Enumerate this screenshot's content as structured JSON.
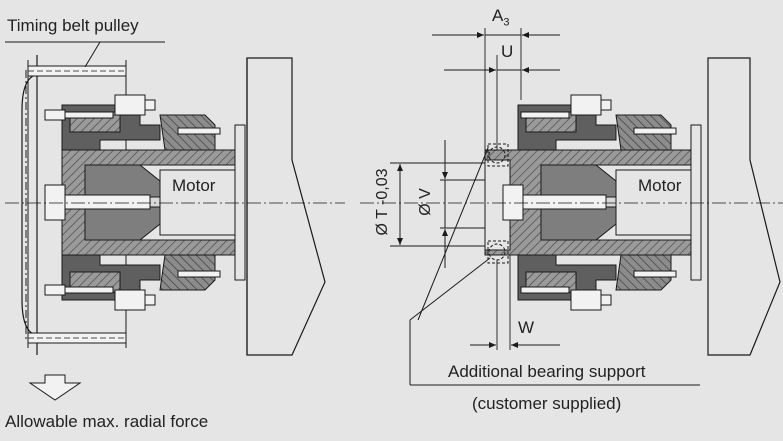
{
  "labels": {
    "timing_belt_pulley": "Timing belt pulley",
    "allowable_radial_force": "Allowable max. radial force",
    "motor_left": "Motor",
    "motor_right": "Motor",
    "dim_a": "A",
    "dim_a_sub": "3",
    "dim_u": "U",
    "dim_w": "W",
    "dim_t": "Ø T -0,03",
    "dim_v": "Ø V",
    "bearing_support_line1": "Additional bearing support",
    "bearing_support_line2": "(customer supplied)"
  },
  "colors": {
    "background": "#e5e5e5",
    "dark_gray": "#5f5f5f",
    "mid_gray": "#9a9a9a",
    "light_part": "#f2f2f2",
    "line": "#1a1a1a"
  }
}
